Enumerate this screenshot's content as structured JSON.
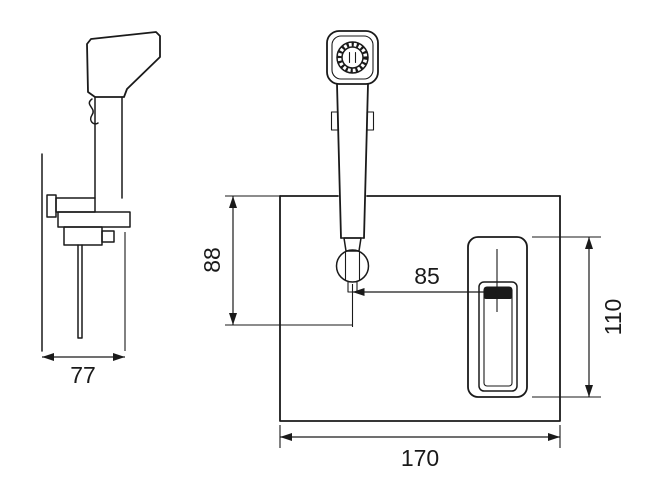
{
  "colors": {
    "line": "#1a1a1a",
    "background": "#ffffff"
  },
  "dimensions": {
    "side_width": "77",
    "top_to_spout": "88",
    "spout_to_plate": "85",
    "plate_height": "110",
    "panel_width": "170"
  }
}
